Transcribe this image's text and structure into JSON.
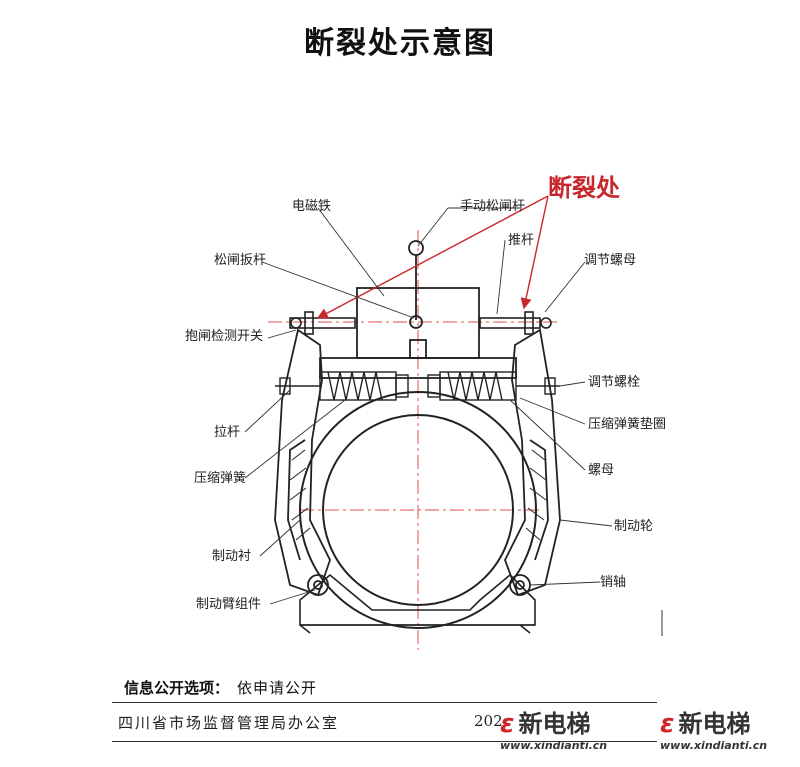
{
  "title": "断裂处示意图",
  "annotation": "断裂处",
  "labels": {
    "electromagnet": "电磁铁",
    "manual_release_lever": "手动松闸杆",
    "push_rod": "推杆",
    "release_wrench": "松闸扳杆",
    "adjust_nut": "调节螺母",
    "brake_switch": "抱闸检测开关",
    "adjust_bolt": "调节螺栓",
    "pull_rod": "拉杆",
    "spring_washer": "压缩弹簧垫圈",
    "compression_spring": "压缩弹簧",
    "nut": "螺母",
    "brake_wheel": "制动轮",
    "brake_lining": "制动衬",
    "pin_shaft": "销轴",
    "brake_arm_assembly": "制动臂组件"
  },
  "footer": {
    "info_label": "信息公开选项：",
    "info_value": "依申请公开",
    "office": "四川省市场监督管理局办公室",
    "year": "202"
  },
  "watermarks": [
    {
      "brand": "新电梯",
      "url": "www.xindianti.cn"
    },
    {
      "brand": "新电梯",
      "url": "www.xindianti.cn"
    }
  ],
  "colors": {
    "annotation": "#c8282d",
    "centerline": "#d9534f",
    "line": "#222222"
  }
}
